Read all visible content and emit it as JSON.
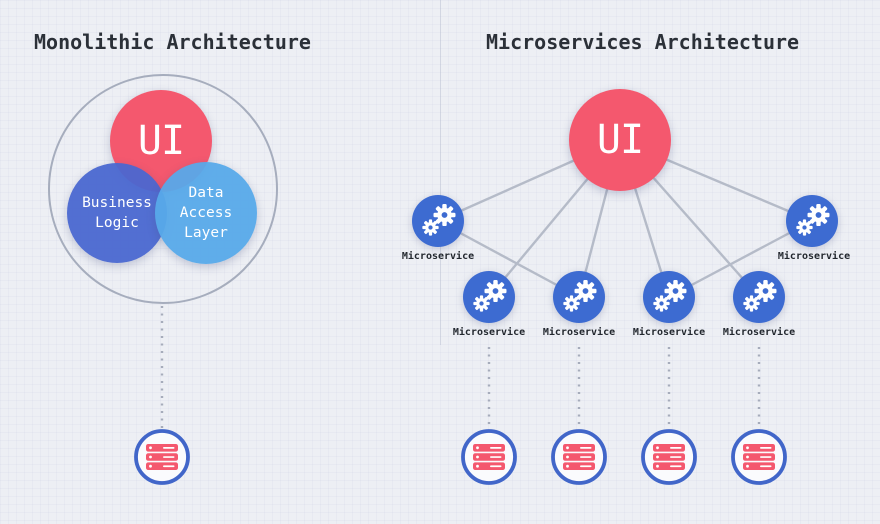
{
  "diagram": {
    "left": {
      "title": "Monolithic Architecture",
      "ui_label": "UI",
      "business_logic": {
        "line1": "Business",
        "line2": "Logic"
      },
      "data_access": {
        "line1": "Data",
        "line2": "Access",
        "line3": "Layer"
      },
      "database": {
        "icon": "database-server-icon"
      }
    },
    "right": {
      "title": "Microservices Architecture",
      "ui_label": "UI",
      "microservices": [
        {
          "label": "Microservice",
          "icon": "gears-icon",
          "position": "upper-left"
        },
        {
          "label": "Microservice",
          "icon": "gears-icon",
          "position": "upper-right"
        },
        {
          "label": "Microservice",
          "icon": "gears-icon",
          "position": "bottom-1"
        },
        {
          "label": "Microservice",
          "icon": "gears-icon",
          "position": "bottom-2"
        },
        {
          "label": "Microservice",
          "icon": "gears-icon",
          "position": "bottom-3"
        },
        {
          "label": "Microservice",
          "icon": "gears-icon",
          "position": "bottom-4"
        }
      ],
      "databases": [
        {
          "icon": "database-server-icon"
        },
        {
          "icon": "database-server-icon"
        },
        {
          "icon": "database-server-icon"
        },
        {
          "icon": "database-server-icon"
        }
      ]
    },
    "colors": {
      "background": "#EDEFF4",
      "ui_red": "#F4586E",
      "business_blue": "#4A67D0",
      "data_access_blue": "#57A9E9",
      "microservice_blue": "#3D6BD1",
      "database_ring_blue": "#4166C9",
      "server_red": "#F4586E",
      "connector_gray": "#B5BBC8",
      "dotted_gray": "#A6ACBB",
      "title_text": "#2B3038"
    }
  }
}
